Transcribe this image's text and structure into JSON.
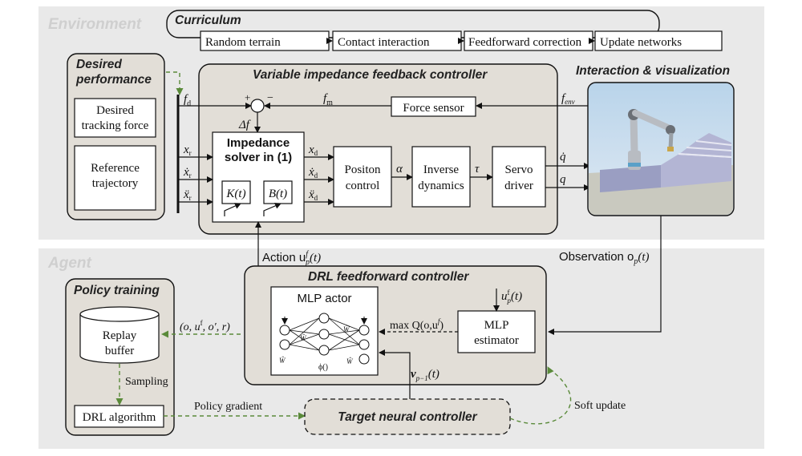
{
  "sections": {
    "environment": "Environment",
    "agent": "Agent"
  },
  "curriculum": {
    "title": "Curriculum",
    "steps": [
      "Random terrain",
      "Contact interaction",
      "Feedforward correction",
      "Update networks"
    ]
  },
  "desired_performance": {
    "title_line1": "Desired",
    "title_line2": "performance",
    "box1_line1": "Desired",
    "box1_line2": "tracking force",
    "box2_line1": "Reference",
    "box2_line2": "trajectory"
  },
  "feedback_controller": {
    "title": "Variable impedance feedback controller",
    "impedance_line1": "Impedance",
    "impedance_line2": "solver in (1)",
    "k_label": "K(t)",
    "b_label": "B(t)",
    "position_line1": "Positon",
    "position_line2": "control",
    "inverse_line1": "Inverse",
    "inverse_line2": "dynamics",
    "servo_line1": "Servo",
    "servo_line2": "driver",
    "force_sensor": "Force sensor"
  },
  "signals": {
    "fd": "f",
    "fd_sub": "d",
    "fm": "f",
    "fm_sub": "m",
    "fenv": "f",
    "fenv_sub": "env",
    "delta_f": "Δf",
    "plus": "+",
    "minus": "−",
    "xr": "x",
    "xr_sub": "r",
    "xr_dot": "ẋ",
    "xr_dot_sub": "r",
    "xr_ddot": "ẍ",
    "xr_ddot_sub": "r",
    "xd": "x",
    "xd_sub": "d",
    "xd_dot": "ẋ",
    "xd_dot_sub": "d",
    "xd_ddot": "ẍ",
    "xd_ddot_sub": "d",
    "alpha": "α",
    "tau": "τ",
    "q_dot": "q̇",
    "q": "q"
  },
  "interaction": {
    "title": "Interaction & visualization"
  },
  "agent_links": {
    "action_label": "Action u",
    "action_math": "(t)",
    "observation_label": "Observation o",
    "observation_math": "(t)",
    "p_sub": "p",
    "f_sup": "f"
  },
  "drl_controller": {
    "title": "DRL feedforward controller",
    "mlp_actor": "MLP actor",
    "estimator_line1": "MLP",
    "estimator_line2": "estimator",
    "estimator_input": "u",
    "estimator_input_math": "(t)",
    "max_q": "max Q(o,u",
    "max_q_end": ")",
    "phi": "ϕ()",
    "w_labels": [
      "Ŵ",
      "Ŵ",
      "Ŵ",
      "Ŵ"
    ],
    "v_label": "v",
    "v_sub": "p−1",
    "v_math": "(t)"
  },
  "policy_training": {
    "title": "Policy  training",
    "replay_line1": "Replay",
    "replay_line2": "buffer",
    "sampling": "Sampling",
    "drl_algorithm": "DRL algorithm",
    "tuple_label": "(o, u",
    "tuple_end": ", o′, r)",
    "policy_gradient": "Policy gradient"
  },
  "target": {
    "title": "Target neural controller",
    "soft_update": "Soft update"
  },
  "colors": {
    "panel": "#e8e8e8",
    "box_fill": "#e2ded7",
    "green_arrow": "#5a8a3a",
    "sky": "#bfd7ea"
  }
}
